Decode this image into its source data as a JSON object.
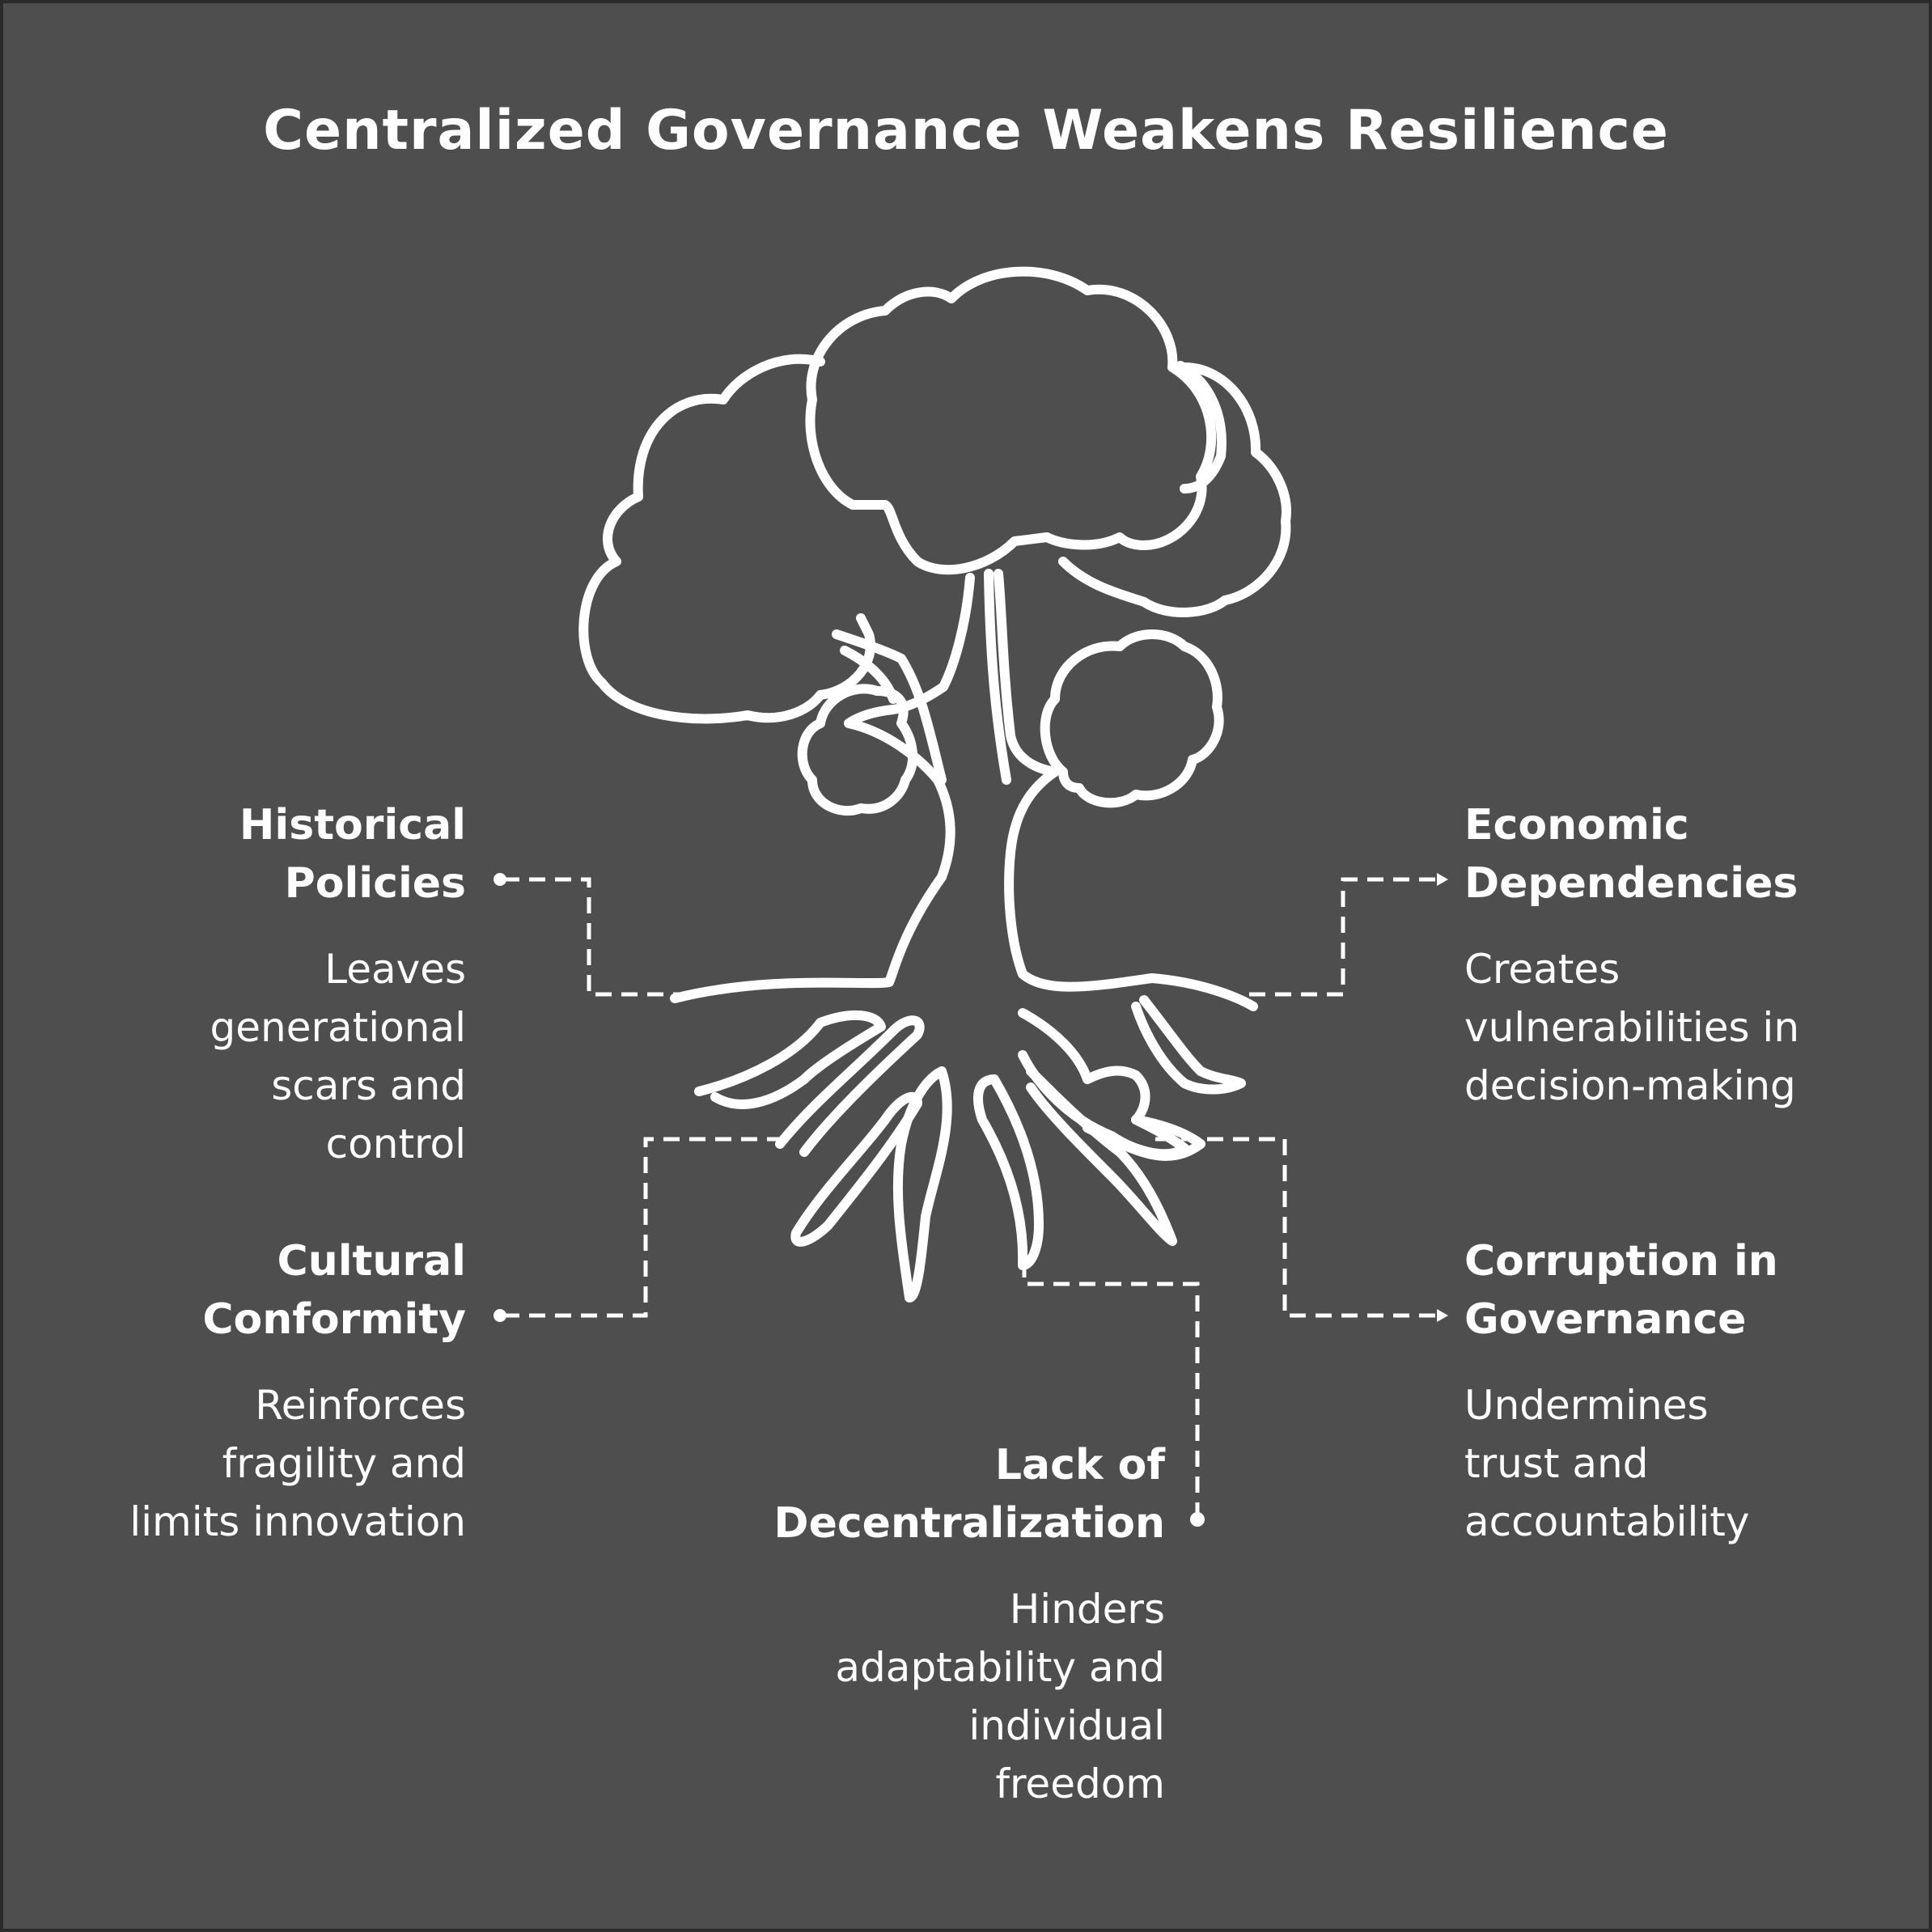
{
  "title": "Centralized Governance Weakens Resilience",
  "nodes": {
    "historical": {
      "heading": "Historical\nPolicies",
      "description": "Leaves\ngenerational\nscars and\ncontrol"
    },
    "cultural": {
      "heading": "Cultural\nConformity",
      "description": "Reinforces\nfragility and\nlimits innovation"
    },
    "decentralization": {
      "heading": "Lack of\nDecentralization",
      "description": "Hinders\nadaptability and\nindividual\nfreedom"
    },
    "economic": {
      "heading": "Economic\nDependencies",
      "description": "Creates\nvulnerabilities in\ndecision-making"
    },
    "corruption": {
      "heading": "Corruption in\nGovernance",
      "description": "Undermines\ntrust and\naccountability"
    }
  },
  "colors": {
    "background": "#4e4e4e",
    "frame": "#2b2b2b",
    "ink": "#ffffff"
  }
}
